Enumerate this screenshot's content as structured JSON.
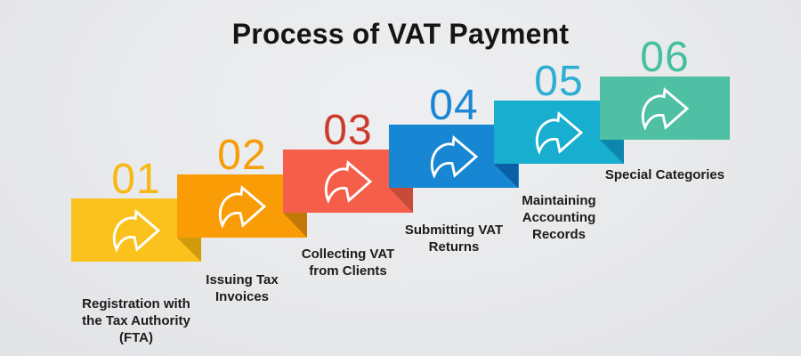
{
  "title": "Process of VAT Payment",
  "title_color": "#151515",
  "background_color": "#e8e9eb",
  "label_color": "#1c1c1c",
  "arrow_icon": "curved-forward-arrow",
  "arrow_stroke_color": "#ffffff",
  "steps": [
    {
      "number": "01",
      "label": "Registration with\nthe Tax Authority\n(FTA)",
      "color": "#fbc21d",
      "fold_color": "#d09a0a",
      "number_color": "#f8b713"
    },
    {
      "number": "02",
      "label": "Issuing Tax\nInvoices",
      "color": "#fa9c05",
      "fold_color": "#c47808",
      "number_color": "#f89d06"
    },
    {
      "number": "03",
      "label": "Collecting VAT\nfrom Clients",
      "color": "#f55f4a",
      "fold_color": "#c64b38",
      "number_color": "#cd3c2b"
    },
    {
      "number": "04",
      "label": "Submitting VAT\nReturns",
      "color": "#1786d3",
      "fold_color": "#0b5fa5",
      "number_color": "#1b86d5"
    },
    {
      "number": "05",
      "label": "Maintaining\nAccounting\nRecords",
      "color": "#17aecf",
      "fold_color": "#0d86ad",
      "number_color": "#2bafd4"
    },
    {
      "number": "06",
      "label": "Special Categories",
      "color": "#4fc0a3",
      "number_color": "#44bfa0"
    }
  ]
}
